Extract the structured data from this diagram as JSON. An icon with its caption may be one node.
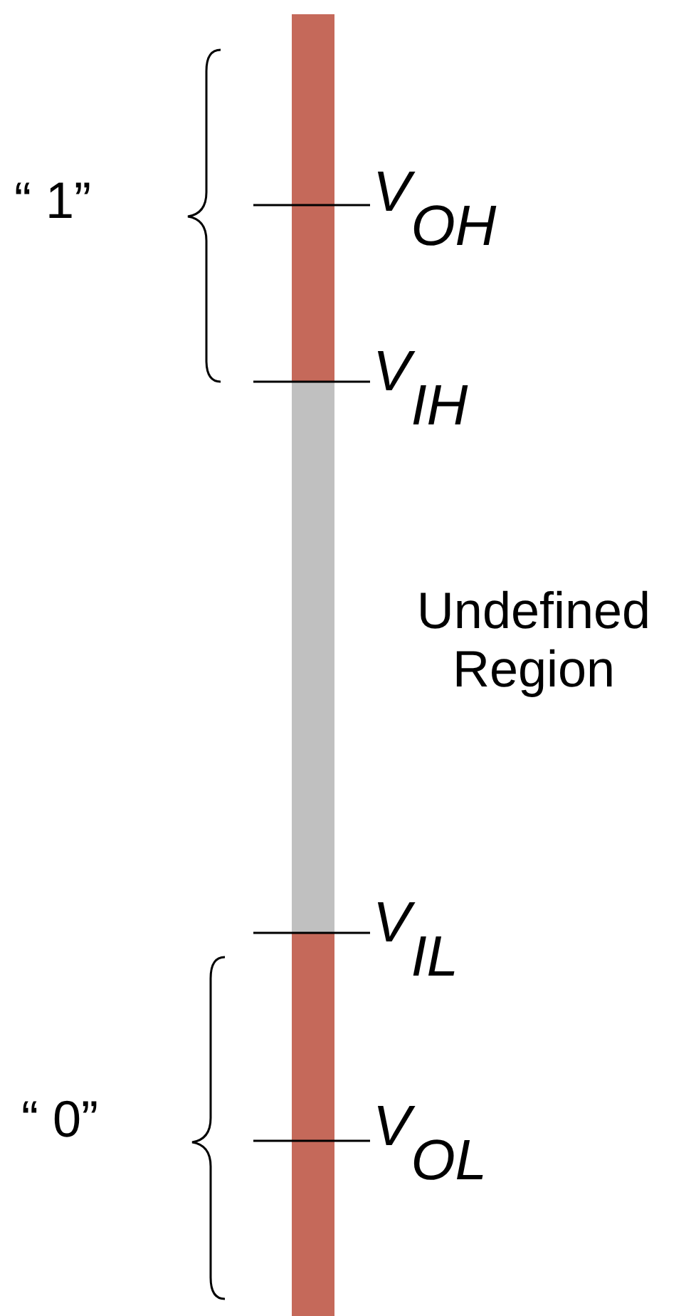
{
  "diagram": {
    "labels": [
      "“ 1”",
      "V$_{OH}$",
      "V$_{IH}$",
      "Undefined Region",
      "V$_{IL}$",
      "“ 0”",
      "V$_{OL}$"
    ]
  }
}
